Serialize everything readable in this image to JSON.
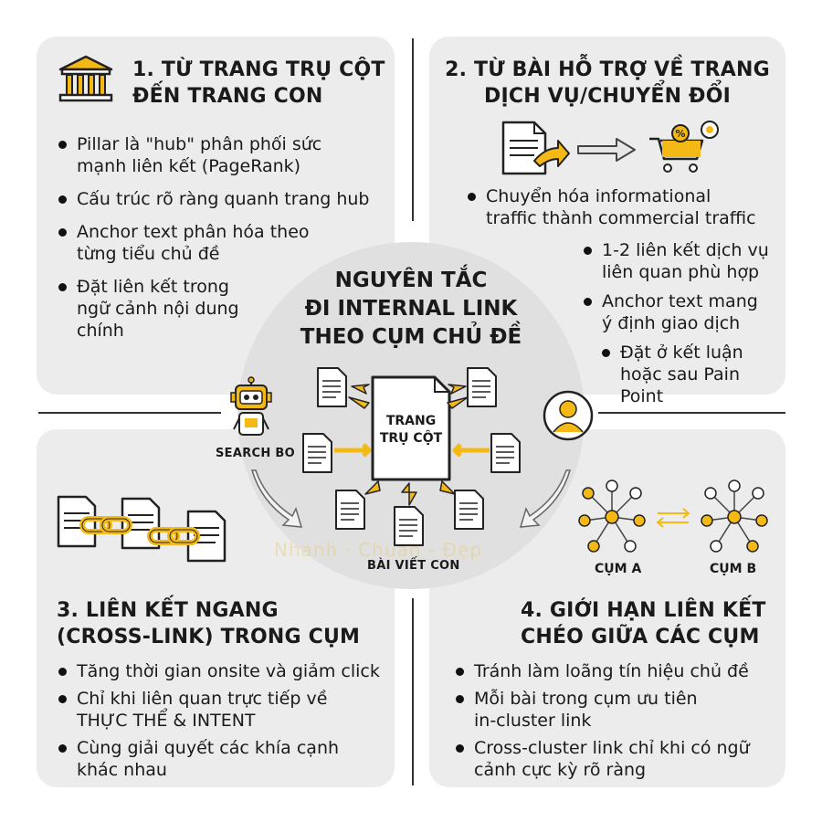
{
  "title": "NGUYÊN TẮC\nĐI INTERNAL LINK\nTHEO CỤM CHỦ ĐỀ",
  "center": {
    "pillar_label": "TRANG\nTRỤ CỘT",
    "child_label": "BÀI VIẾT CON",
    "search_bot_label": "SEARCH BO",
    "watermark": "Nhanh  ·  Chuẩn  -  Đẹp"
  },
  "sections": {
    "s1": {
      "title": "1. TỪ TRANG TRỤ CỘT\nĐẾN TRANG CON",
      "icon": "pillar-building-icon",
      "bullets": [
        "Pillar là \"hub\" phân phối sức\nmạnh liên kết (PageRank)",
        "Cấu trúc rõ ràng quanh trang hub",
        "Anchor text phân hóa theo\ntừng tiểu chủ đề",
        "Đặt liên kết trong\nngữ cảnh nội dung\nchính"
      ]
    },
    "s2": {
      "title": "2. TỪ BÀI HỖ TRỢ VỀ TRANG\nDỊCH VỤ/CHUYỂN ĐỔI",
      "bullets_main": [
        "Chuyển hóa informational\ntraffic thành commercial traffic"
      ],
      "bullets_sub": [
        "1-2 liên kết dịch vụ\nliên quan phù hợp",
        "Anchor text mang\ný định giao dịch",
        "Đặt ở kết luận\nhoặc sau Pain Point"
      ]
    },
    "s3": {
      "title": "3. LIÊN KẾT NGANG\n(CROSS-LINK) TRONG CỤM",
      "bullets": [
        "Tăng thời gian onsite và giảm click",
        "Chỉ khi liên quan trực tiếp về\nTHỰC THỂ & INTENT",
        "Cùng giải quyết các khía cạnh\nkhác nhau"
      ]
    },
    "s4": {
      "title": "4. GIỚI HẠN LIÊN KẾT\nCHÉO GIỮA CÁC CỤM",
      "cluster_a": "CỤM A",
      "cluster_b": "CỤM B",
      "bullets": [
        "Tránh làm loãng tín hiệu chủ đề",
        "Mỗi bài trong cụm ưu tiên\nin-cluster link",
        "Cross-cluster link chỉ khi có ngữ\ncảnh cực kỳ rõ ràng"
      ]
    }
  },
  "colors": {
    "accent": "#f5b915",
    "panel": "#ececec",
    "ink": "#1a1a1a"
  }
}
